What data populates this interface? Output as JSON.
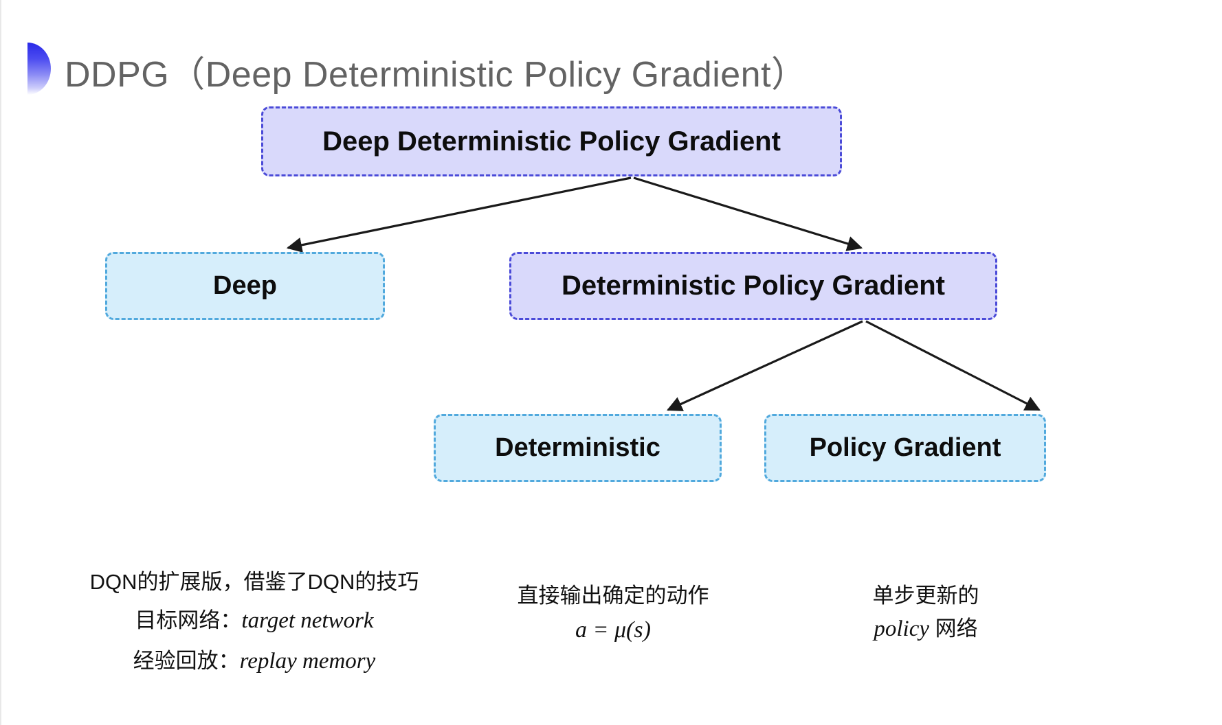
{
  "slide": {
    "title": "DDPG（Deep Deterministic Policy Gradient）",
    "deco_icon": "gradient-half-circle-icon",
    "background_color": "#ffffff"
  },
  "colors": {
    "purple_fill": "#d9d9fb",
    "purple_border": "#4b4bd8",
    "blue_fill": "#d6eefb",
    "blue_border": "#51a9dd",
    "title_text": "#636363",
    "arrow": "#1a1a1a"
  },
  "diagram": {
    "type": "tree",
    "nodes": [
      {
        "id": "root",
        "label": "Deep Deterministic Policy Gradient",
        "style": "purple"
      },
      {
        "id": "deep",
        "label": "Deep",
        "style": "blue"
      },
      {
        "id": "dpg",
        "label": "Deterministic Policy Gradient",
        "style": "purple"
      },
      {
        "id": "deterministic",
        "label": "Deterministic",
        "style": "blue"
      },
      {
        "id": "policy_gradient",
        "label": "Policy Gradient",
        "style": "blue"
      }
    ],
    "edges": [
      {
        "from": "root",
        "to": "deep",
        "arrow": "arrow-root-to-deep"
      },
      {
        "from": "root",
        "to": "dpg",
        "arrow": "arrow-root-to-dpg"
      },
      {
        "from": "dpg",
        "to": "deterministic",
        "arrow": "arrow-dpg-to-deterministic"
      },
      {
        "from": "dpg",
        "to": "policy_gradient",
        "arrow": "arrow-dpg-to-policy-gradient"
      }
    ]
  },
  "captions": {
    "deep": {
      "line1": "DQN的扩展版，借鉴了DQN的技巧",
      "line2_label": "目标网络：",
      "line2_term": "target network",
      "line3_label": "经验回放：",
      "line3_term": "replay memory"
    },
    "deterministic": {
      "line1": "直接输出确定的动作",
      "formula": "a = μ(s)"
    },
    "policy_gradient": {
      "line1": "单步更新的",
      "line2_term": "policy",
      "line2_suffix": " 网络"
    }
  }
}
